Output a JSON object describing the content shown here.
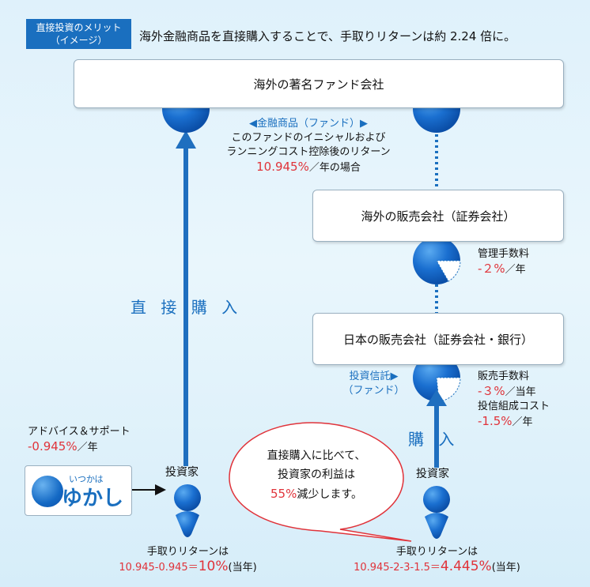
{
  "header": {
    "tag_line1": "直接投資のメリット",
    "tag_line2": "（イメージ）",
    "headline": "海外金融商品を直接購入することで、手取りリターンは約 2.24 倍に。"
  },
  "top_box": {
    "label": "海外の著名ファンド会社"
  },
  "fund_note": {
    "title": "◀金融商品（ファンド）▶",
    "line1": "このファンドのイニシャルおよび",
    "line2": "ランニングコスト控除後のリターン",
    "rate": "10.945%",
    "suffix": "／年の場合"
  },
  "overseas_box": {
    "label": "海外の販売会社（証券会社）"
  },
  "fee_overseas": {
    "label": "管理手数料",
    "value": "-２%",
    "suffix": "／年"
  },
  "japan_box": {
    "label": "日本の販売会社（証券会社・銀行）"
  },
  "trust_label": {
    "line1": "投資信託▶",
    "line2": "（ファンド）"
  },
  "fee_japan": {
    "label1": "販売手数料",
    "value1": "-３%",
    "suffix1": "／当年",
    "label2": "投信組成コスト",
    "value2": "-1.5%",
    "suffix2": "／年"
  },
  "direct_buy": "直 接 購 入",
  "buy": "購 入",
  "advice": {
    "label": "アドバイス＆サポート",
    "value": "-0.945%",
    "suffix": "／年"
  },
  "logo": {
    "small": "いつかは",
    "big": "ゆかし"
  },
  "investor_left": {
    "label": "投資家"
  },
  "investor_right": {
    "label": "投資家"
  },
  "bubble": {
    "line1": "直接購入に比べて、",
    "line2": "投資家の利益は",
    "pct": "55%",
    "line3_suffix": "減少します。"
  },
  "return_left": {
    "label": "手取りリターンは",
    "formula": "10.945-0.945＝",
    "result": "10%",
    "tail": "(当年)"
  },
  "return_right": {
    "label": "手取りリターンは",
    "formula": "10.945-2-3-1.5＝",
    "result": "4.445%",
    "tail": "(当年)"
  },
  "colors": {
    "accent_blue": "#1a6fbf",
    "red": "#e0333a",
    "tag_bg": "#1a6fbf"
  }
}
